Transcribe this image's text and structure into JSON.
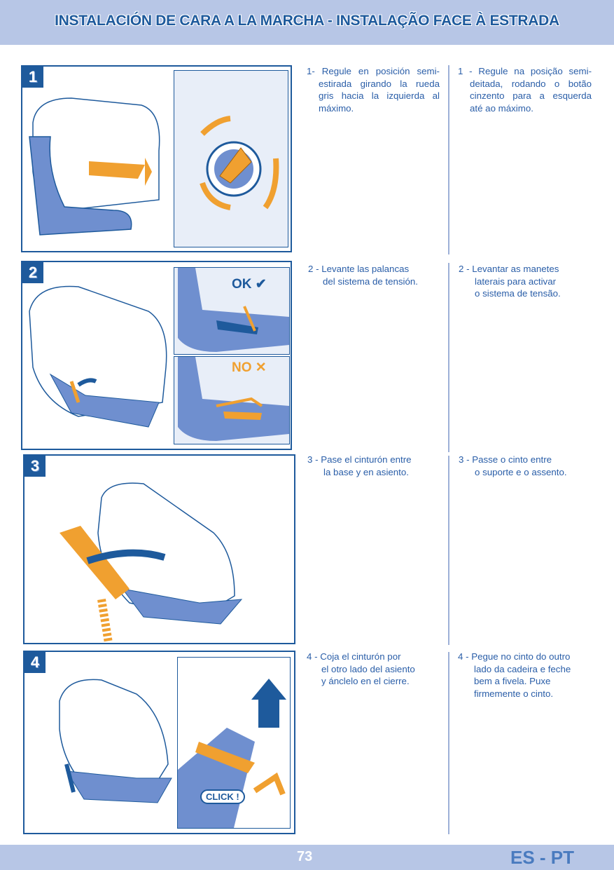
{
  "header": {
    "title": "INSTALACIÓN DE CARA A LA MARCHA - INSTALAÇÃO FACE À ESTRADA"
  },
  "footer": {
    "page_number": "73",
    "languages": "ES - PT"
  },
  "steps": [
    {
      "number": "1",
      "es": [
        "1- Regule en posición semi-",
        "estirada girando la rueda",
        "gris hacia la izquierda al",
        "máximo."
      ],
      "pt": [
        "1 - Regule na posição semi-",
        "deitada, rodando o botão",
        "cinzento para a esquerda",
        "até ao máximo."
      ]
    },
    {
      "number": "2",
      "es": [
        "2 - Levante las palancas",
        "del sistema de tensión."
      ],
      "pt": [
        "2 - Levantar as manetes",
        "laterais para activar",
        "o sistema de tensão."
      ],
      "labels": {
        "ok": "OK ✔",
        "no": "NO ✕"
      }
    },
    {
      "number": "3",
      "es": [
        "3 - Pase el cinturón entre",
        "la base y en asiento."
      ],
      "pt": [
        "3 - Passe o cinto entre",
        "o suporte e o assento."
      ]
    },
    {
      "number": "4",
      "es": [
        "4 - Coja el cinturón por",
        "el otro lado del asiento",
        "y ánclelo en el cierre."
      ],
      "pt": [
        "4 - Pegue no cinto do outro",
        "lado da cadeira e feche",
        "bem  a fivela. Puxe",
        "firmemente o cinto."
      ],
      "labels": {
        "click": "CLICK !"
      }
    }
  ],
  "colors": {
    "accent": "#1e5a9c",
    "band": "#b7c6e6",
    "seat": "#6f8fcf",
    "orange": "#f0a030"
  }
}
